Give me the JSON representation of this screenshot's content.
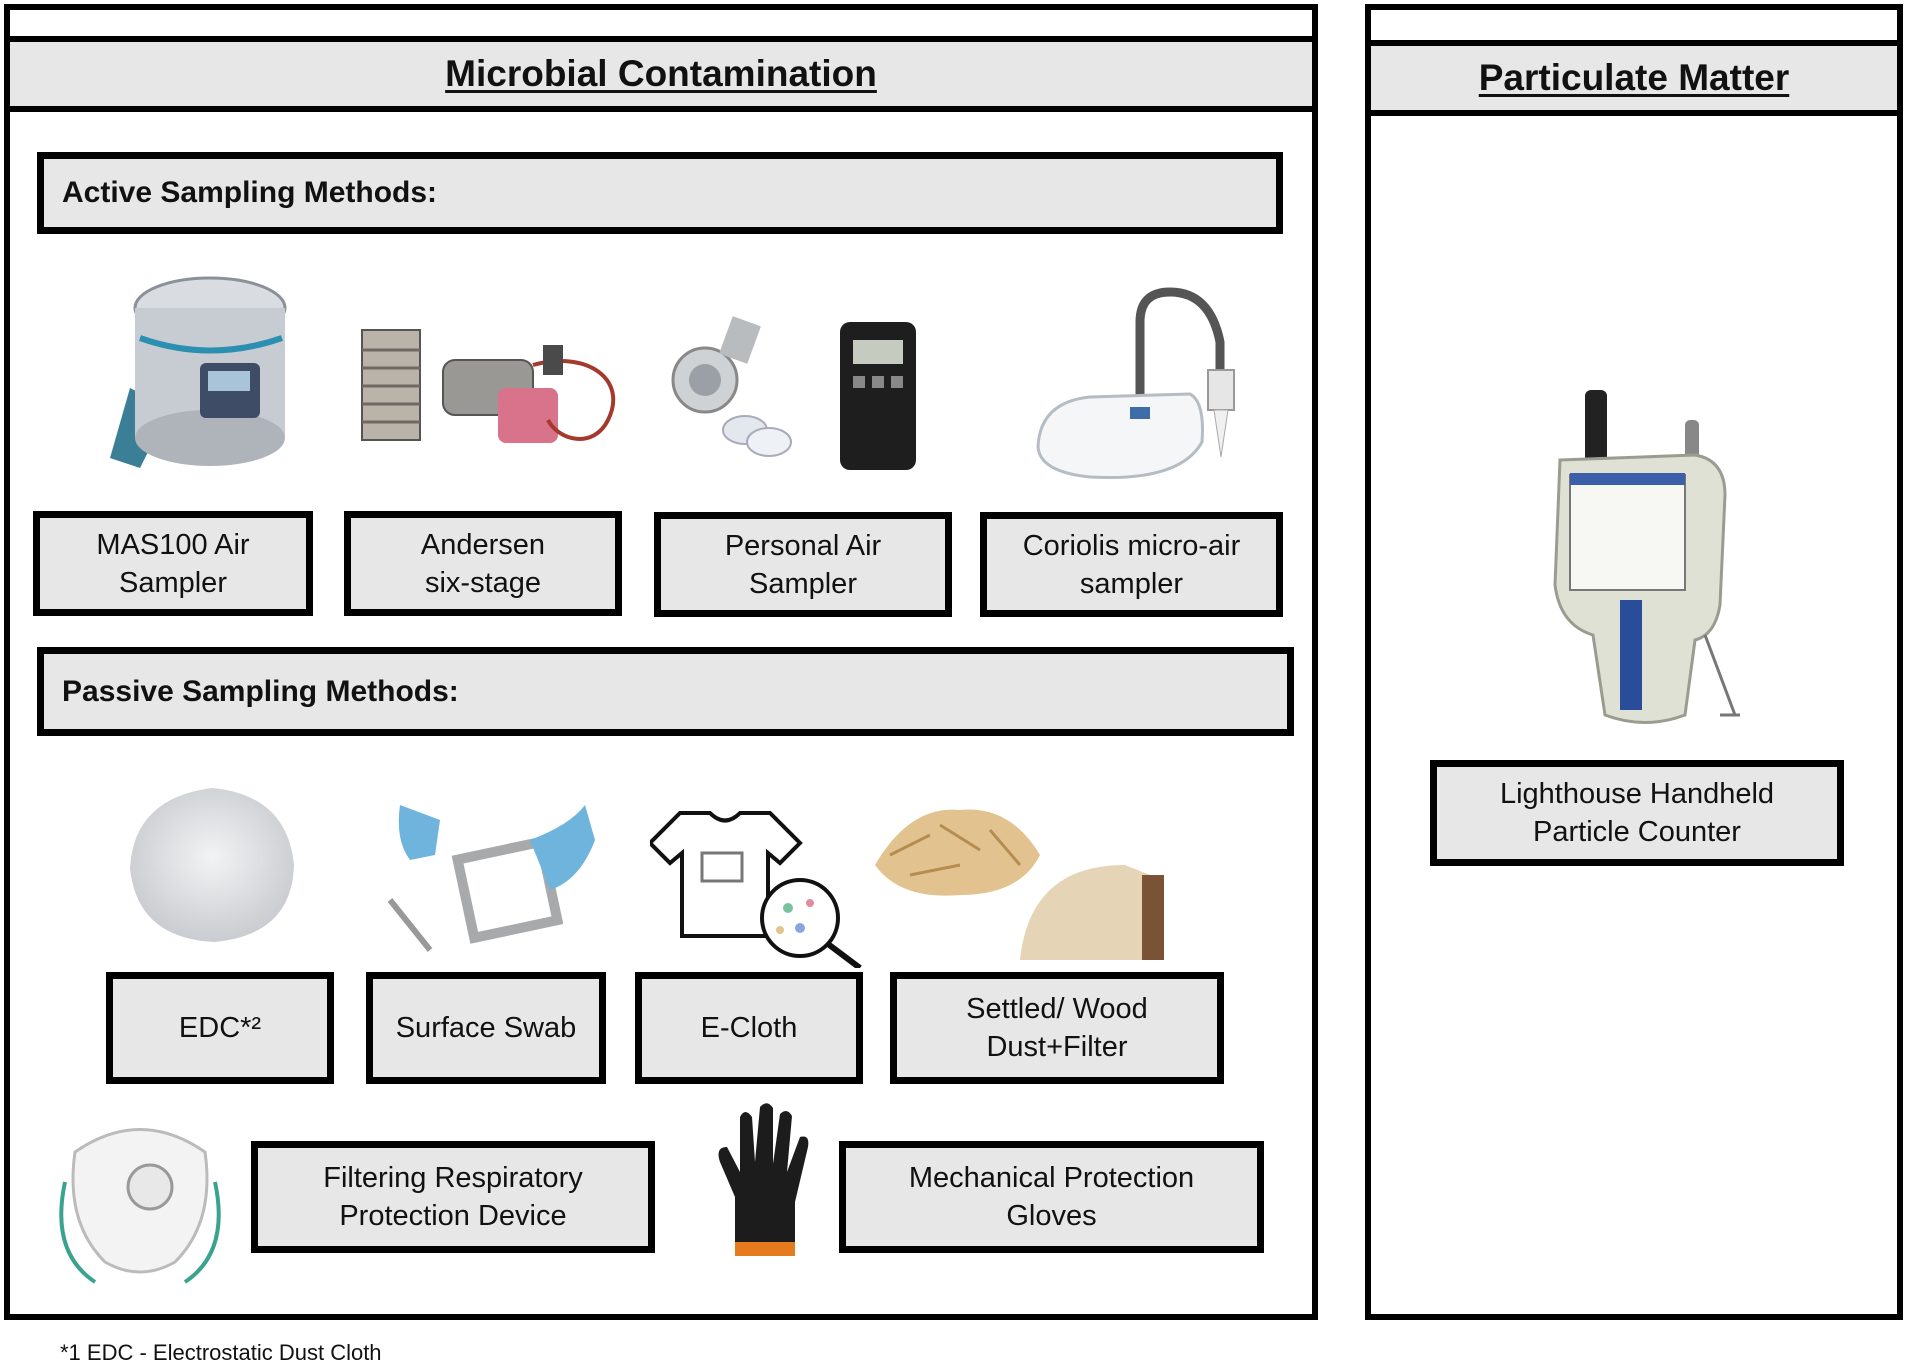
{
  "microbial": {
    "title": "Microbial Contamination",
    "active_heading": "Active Sampling Methods:",
    "active_items": [
      {
        "label": "MAS100 Air\nSampler",
        "icon": "mas100-sampler-icon"
      },
      {
        "label": "Andersen\nsix-stage",
        "icon": "andersen-sampler-icon"
      },
      {
        "label": "Personal Air\nSampler",
        "icon": "personal-air-sampler-icon"
      },
      {
        "label": "Coriolis micro-air\nsampler",
        "icon": "coriolis-sampler-icon"
      }
    ],
    "passive_heading": "Passive Sampling Methods:",
    "passive_items": [
      {
        "label": "EDC*²",
        "icon": "dust-cloth-icon"
      },
      {
        "label": "Surface Swab",
        "icon": "surface-swab-icon"
      },
      {
        "label": "E-Cloth",
        "icon": "e-cloth-icon"
      },
      {
        "label": "Settled/ Wood\nDust+Filter",
        "icon": "wood-dust-filter-icon"
      }
    ],
    "ppe_items": [
      {
        "label": "Filtering Respiratory\nProtection Device",
        "icon": "respirator-mask-icon"
      },
      {
        "label": "Mechanical Protection\nGloves",
        "icon": "glove-icon"
      }
    ]
  },
  "particulate": {
    "title": "Particulate Matter",
    "item": {
      "label": "Lighthouse Handheld\nParticle Counter",
      "icon": "particle-counter-icon"
    }
  },
  "footnote": "*1 EDC - Electrostatic Dust Cloth",
  "colors": {
    "box_fill": "#e7e7e7",
    "border": "#000000"
  }
}
